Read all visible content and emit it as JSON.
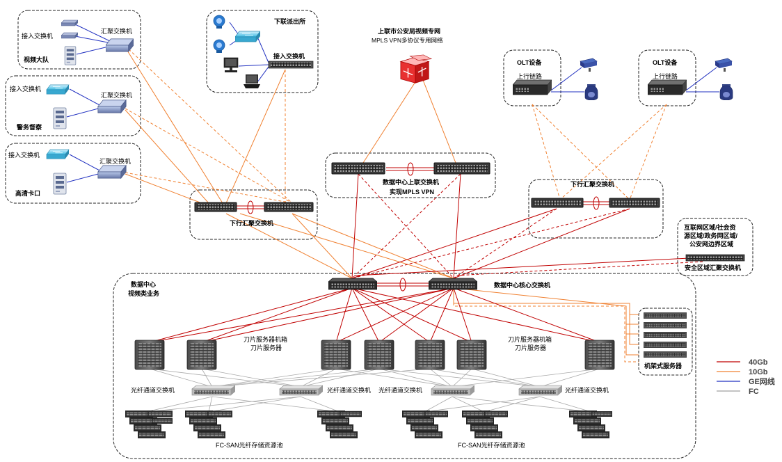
{
  "groups": {
    "video_team": {
      "access": "接入交换机",
      "agg": "汇聚交换机",
      "name": "视频大队"
    },
    "police": {
      "access": "接入交换机",
      "agg": "汇聚交换机",
      "name": "警务督察"
    },
    "checkpoint": {
      "access": "接入交换机",
      "agg": "汇聚交换机",
      "name": "高清卡口"
    },
    "substation": {
      "name": "下联派出所",
      "access": "接入交换机"
    }
  },
  "upper_network": {
    "title": "上联市公安局视频专网",
    "subtitle": "MPLS VPN多协议专用网络"
  },
  "olt": [
    {
      "name": "OLT设备",
      "uplink": "上行链路"
    },
    {
      "name": "OLT设备",
      "uplink": "上行链路"
    }
  ],
  "switches": {
    "down_agg_left": "下行汇聚交换机",
    "dc_uplink_1": "数据中心上联交换机",
    "dc_uplink_2": "实现MPLS VPN",
    "down_agg_right": "下行汇聚交换机",
    "core": "数据中心核心交换机"
  },
  "boundary": {
    "lines": [
      "互联网区域/社会资",
      "源区域/政务网区域/",
      "公安网边界区域"
    ],
    "switch": "安全区域汇聚交换机"
  },
  "datacenter": {
    "title_1": "数据中心",
    "title_2": "视频类业务",
    "blade_1": "刀片服务器机箱",
    "blade_2": "刀片服务器",
    "rack_servers": "机架式服务器",
    "fc_switch": "光纤通道交换机",
    "san": "FC-SAN光纤存储资源池"
  },
  "legend": [
    {
      "label": "40Gb",
      "color": "#c00000"
    },
    {
      "label": "10Gb",
      "color": "#f08030"
    },
    {
      "label": "GE网线",
      "color": "#2030c0"
    },
    {
      "label": "FC",
      "color": "#a0a0a0"
    }
  ]
}
